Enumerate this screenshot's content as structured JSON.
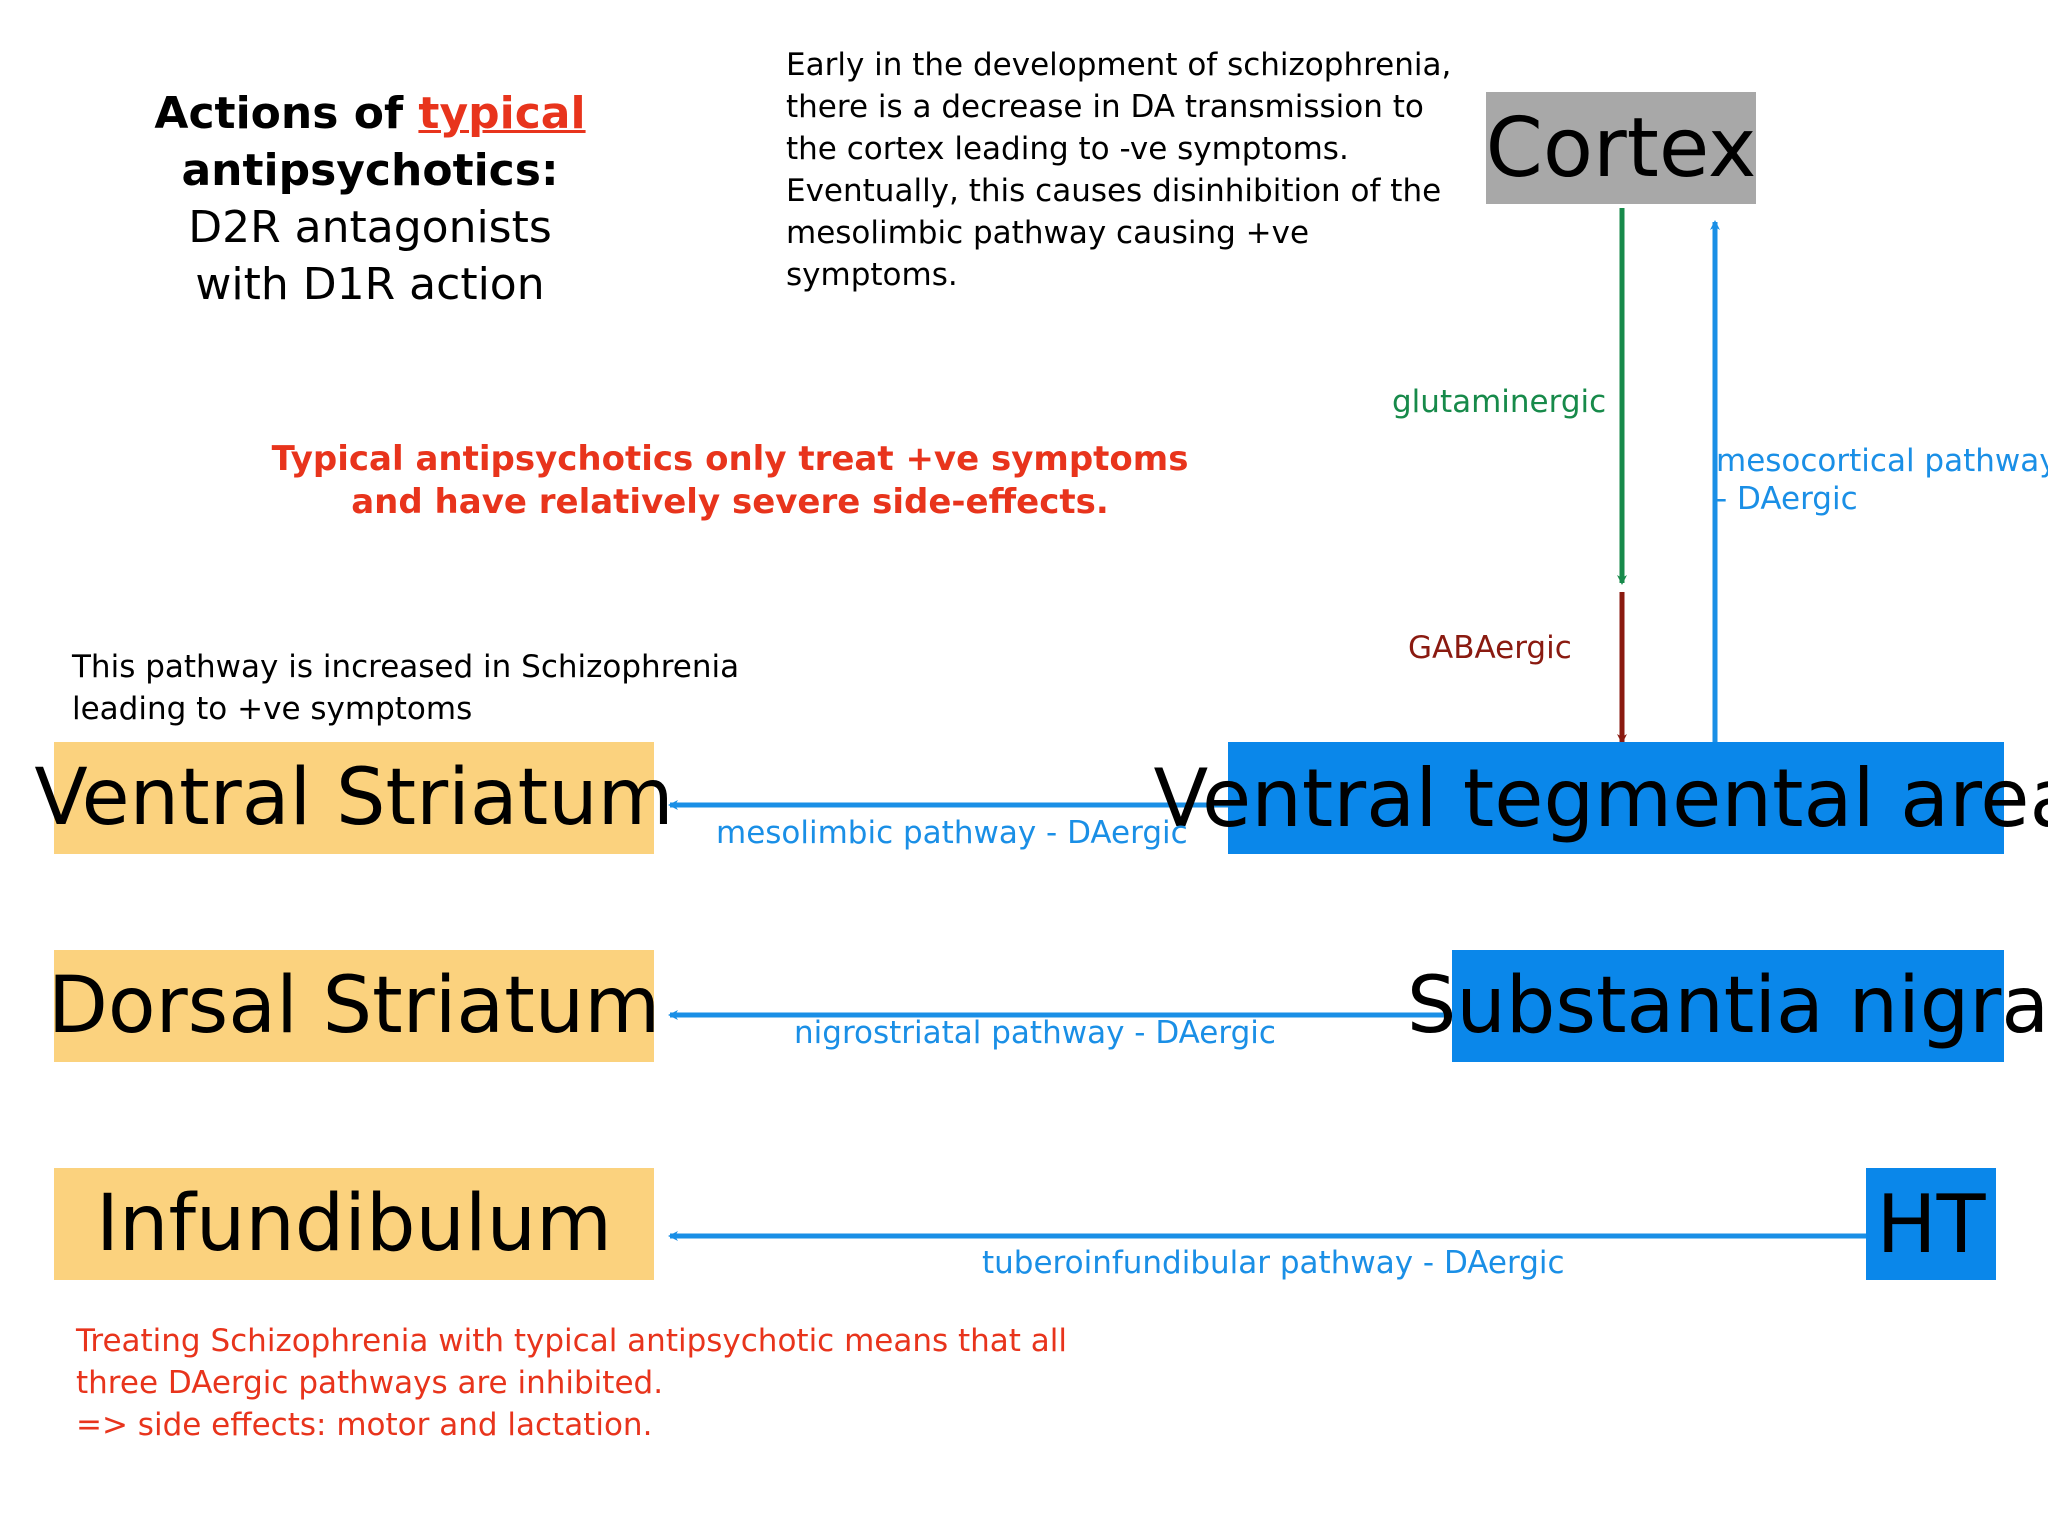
{
  "title": {
    "line1_prefix": "Actions of ",
    "line1_accent": "typical",
    "line2": "antipsychotics:",
    "line3": "D2R antagonists",
    "line4": "with D1R action"
  },
  "intro_note": "Early in the development of schizophrenia, there is a decrease in DA transmission to the cortex leading to -ve symptoms. Eventually, this causes disinhibition of the mesolimbic pathway causing +ve symptoms.",
  "warning": {
    "line1": "Typical antipsychotics only treat +ve symptoms",
    "line2": "and have relatively severe side-effects."
  },
  "increase_note": {
    "line1": "This pathway is increased in Schizophrenia",
    "line2": "leading to +ve symptoms"
  },
  "treatment_note": {
    "line1": "Treating Schizophrenia with typical antipsychotic means that all",
    "line2": "three DAergic pathways are inhibited.",
    "line3": "=> side effects: motor and lactation."
  },
  "boxes": {
    "cortex": "Cortex",
    "vta": "Ventral tegmental area",
    "substantia_nigra": "Substantia nigra",
    "ht": "HT",
    "ventral_striatum": "Ventral Striatum",
    "dorsal_striatum": "Dorsal Striatum",
    "infundibulum": "Infundibulum"
  },
  "pathway_labels": {
    "glutaminergic": "glutaminergic",
    "gabaergic": "GABAergic",
    "mesocortical_line1": "mesocortical pathway",
    "mesocortical_line2": "- DAergic",
    "mesolimbic": "mesolimbic pathway - DAergic",
    "nigrostriatal": "nigrostriatal pathway - DAergic",
    "tuberoinfundibular": "tuberoinfundibular pathway - DAergic"
  },
  "colors": {
    "blue_pathway": "#1a8fe6",
    "source_box": "#0a87ea",
    "target_box": "#fbd27e",
    "cortex_box": "#a8a8a8",
    "glutaminergic": "#178a4a",
    "gabaergic": "#8a1a10",
    "warning": "#e8341c"
  }
}
